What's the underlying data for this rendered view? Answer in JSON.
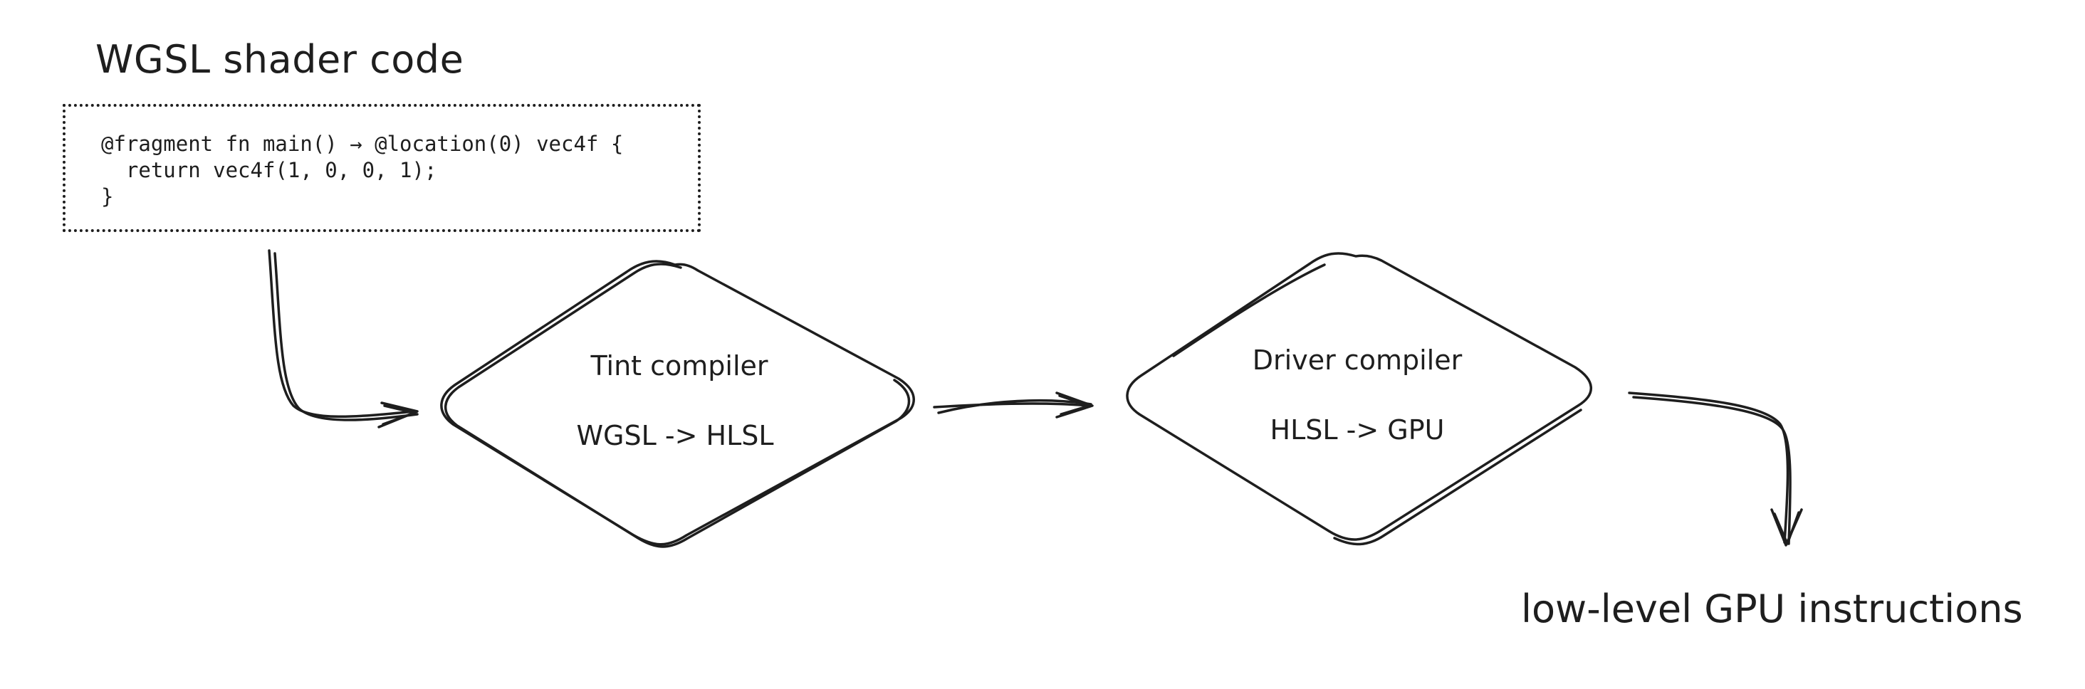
{
  "title": "WGSL shader code",
  "code": [
    "@fragment fn main() → @location(0) vec4f {",
    "  return vec4f(1, 0, 0, 1);",
    "}"
  ],
  "nodes": [
    {
      "name": "Tint compiler",
      "detail": "WGSL -> HLSL"
    },
    {
      "name": "Driver compiler",
      "detail": "HLSL -> GPU"
    }
  ],
  "output": "low-level GPU instructions",
  "colors": {
    "stroke": "#1e1e1e",
    "background": "#ffffff"
  }
}
